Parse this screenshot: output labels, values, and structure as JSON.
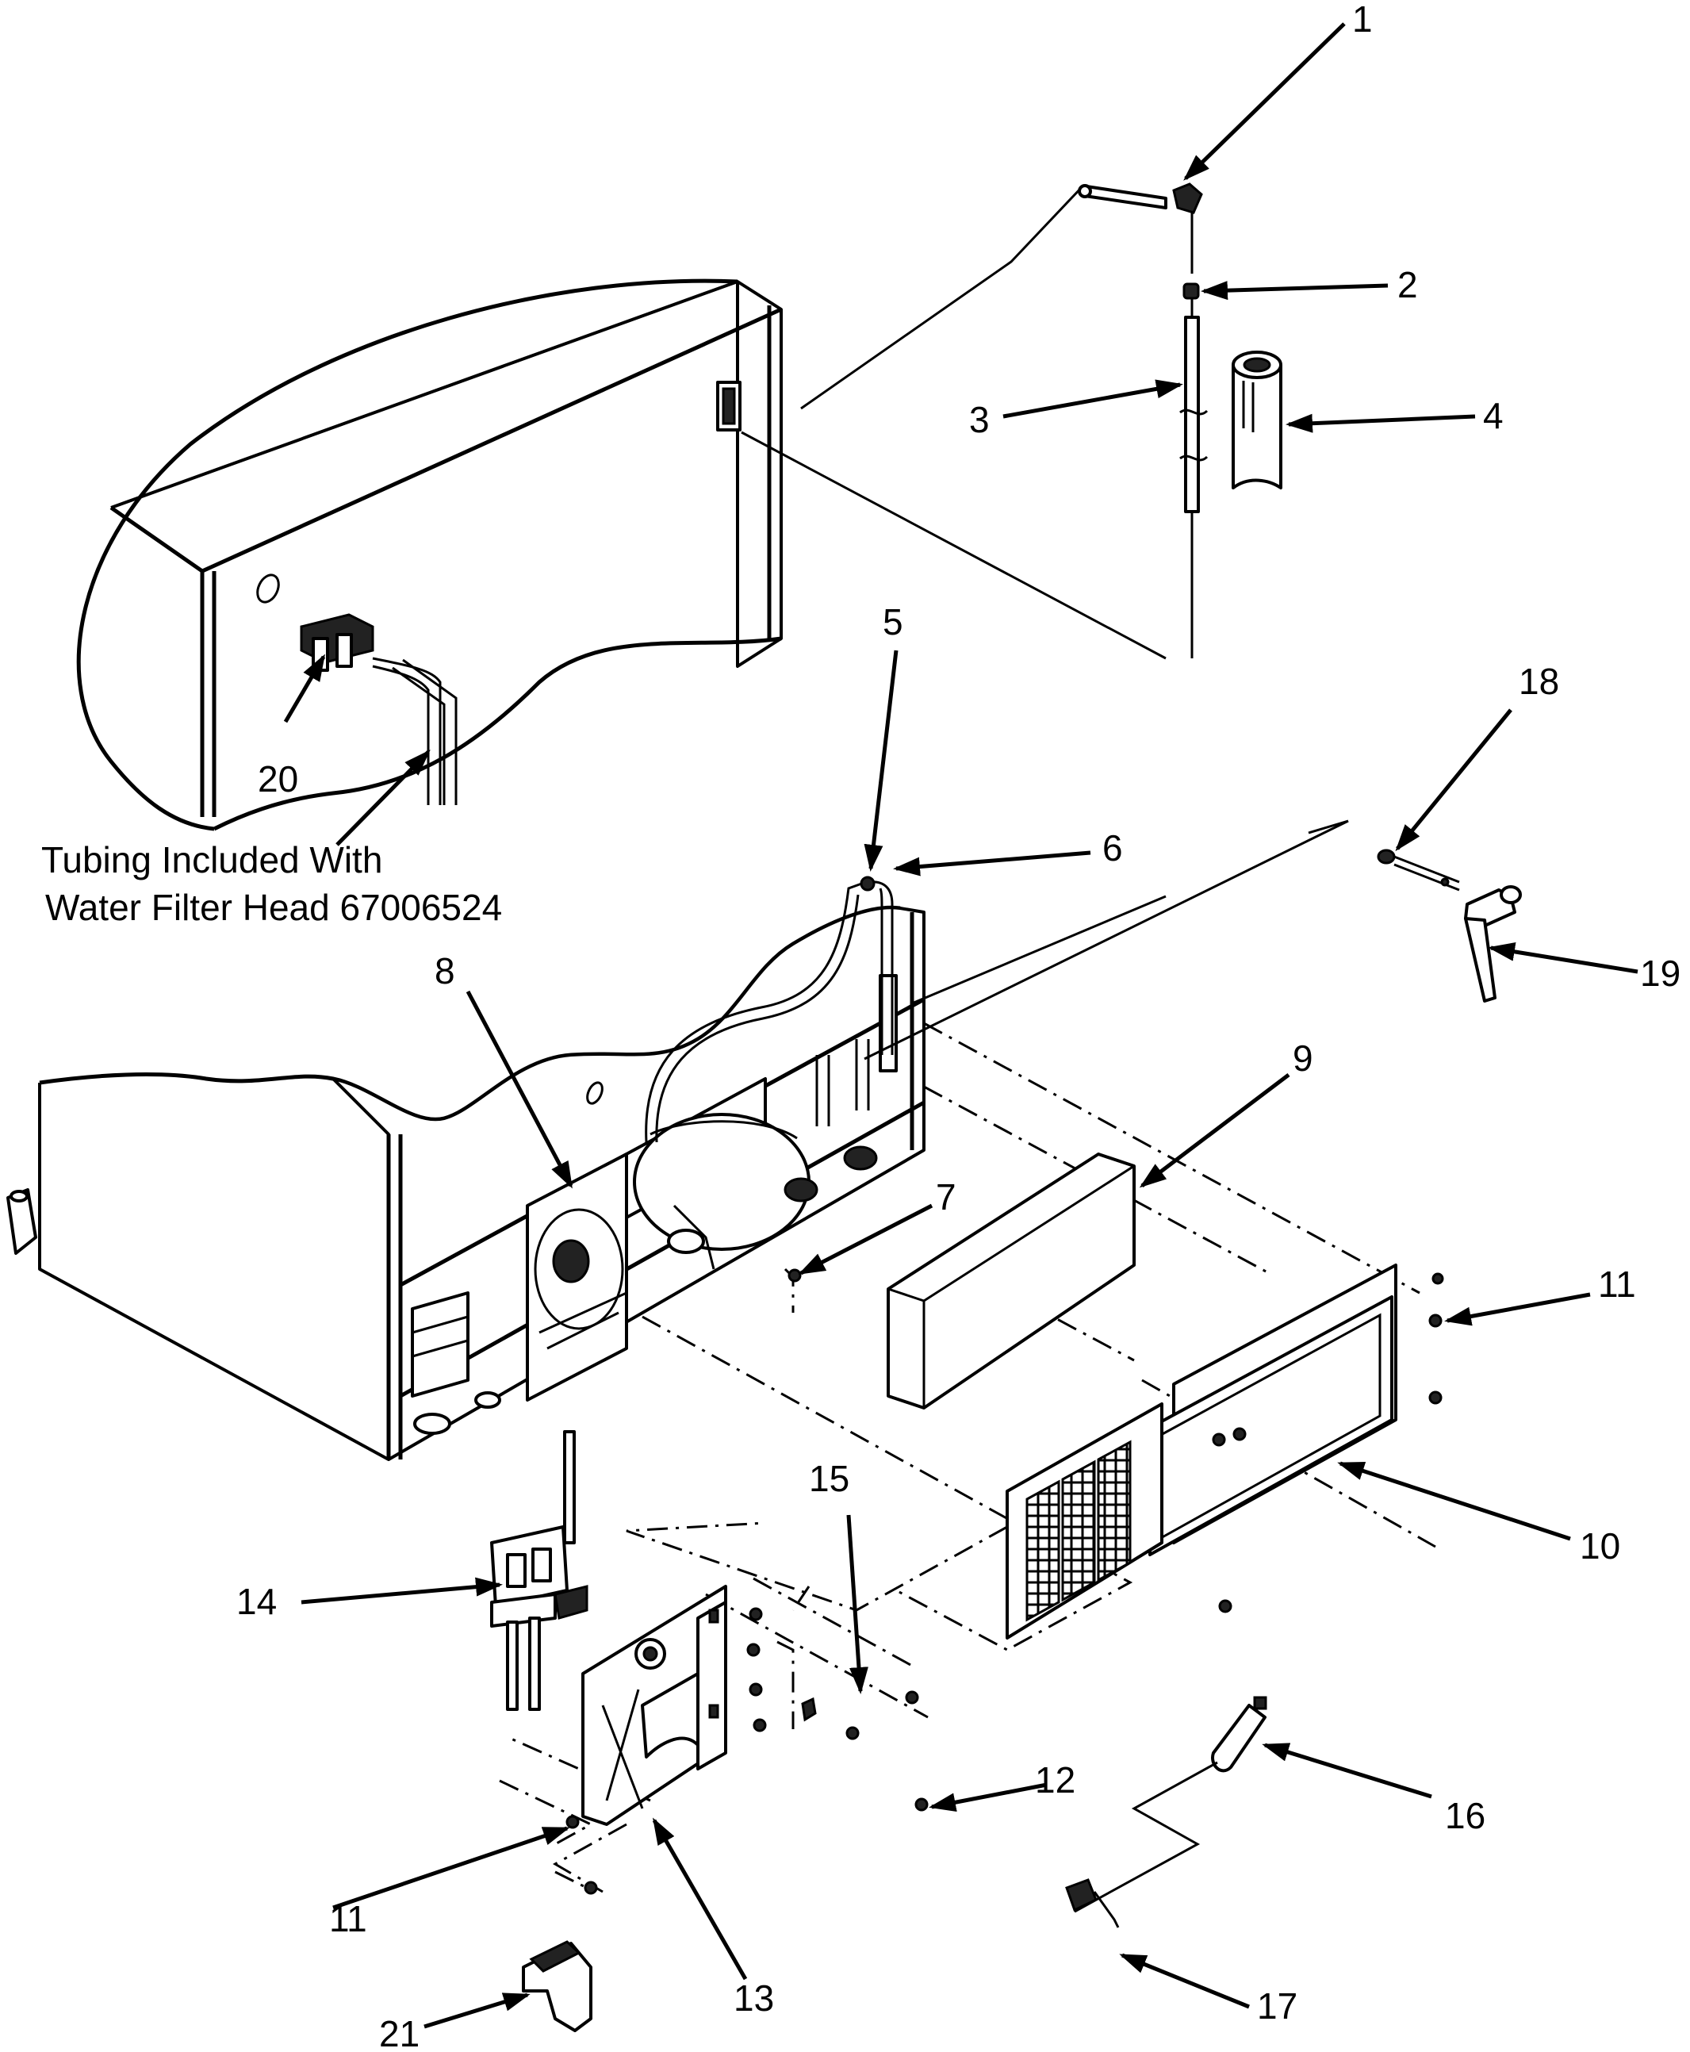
{
  "labels": {
    "l1": "1",
    "l2": "2",
    "l3": "3",
    "l4": "4",
    "l5": "5",
    "l6": "6",
    "l7": "7",
    "l8": "8",
    "l9": "9",
    "l10": "10",
    "l11a": "11",
    "l11b": "11",
    "l12": "12",
    "l13": "13",
    "l14": "14",
    "l15": "15",
    "l16": "16",
    "l17": "17",
    "l18": "18",
    "l19": "19",
    "l20": "20",
    "l21": "21"
  },
  "note": {
    "line1": "Tubing Included With",
    "line2": "Water Filter Head 67006524"
  }
}
